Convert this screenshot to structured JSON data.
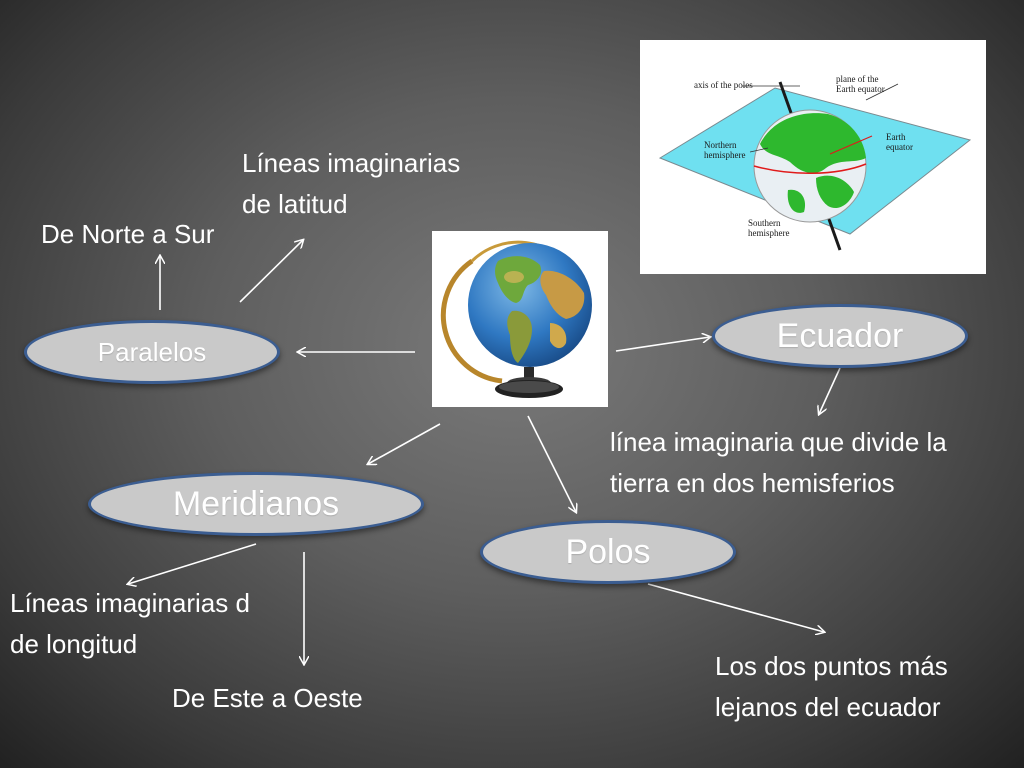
{
  "nodes": {
    "paralelos": "Paralelos",
    "meridianos": "Meridianos",
    "ecuador": "Ecuador",
    "polos": "Polos"
  },
  "labels": {
    "latitud": "Líneas imaginarias\nde latitud",
    "norte_sur": "De Norte a Sur",
    "ecuador_desc": "línea imaginaria que divide la\ntierra en dos hemisferios",
    "longitud": "Líneas imaginarias d\nde longitud",
    "este_oeste": "De Este a Oeste",
    "polos_desc": "Los dos puntos más\nlejanos del ecuador"
  },
  "earth_diagram": {
    "axis_label": "axis of the poles",
    "plane_label": "plane of the\nEarth equator",
    "northern_label": "Northern\nhemisphere",
    "earth_equator_label": "Earth\nequator",
    "southern_label": "Southern\nhemisphere"
  },
  "colors": {
    "node_fill": "#c9c9c9",
    "node_border": "#3b5d91",
    "arrow": "#ffffff",
    "plane": "#6fe0f0",
    "land": "#2eb82e",
    "ocean": "#e9eff3"
  }
}
